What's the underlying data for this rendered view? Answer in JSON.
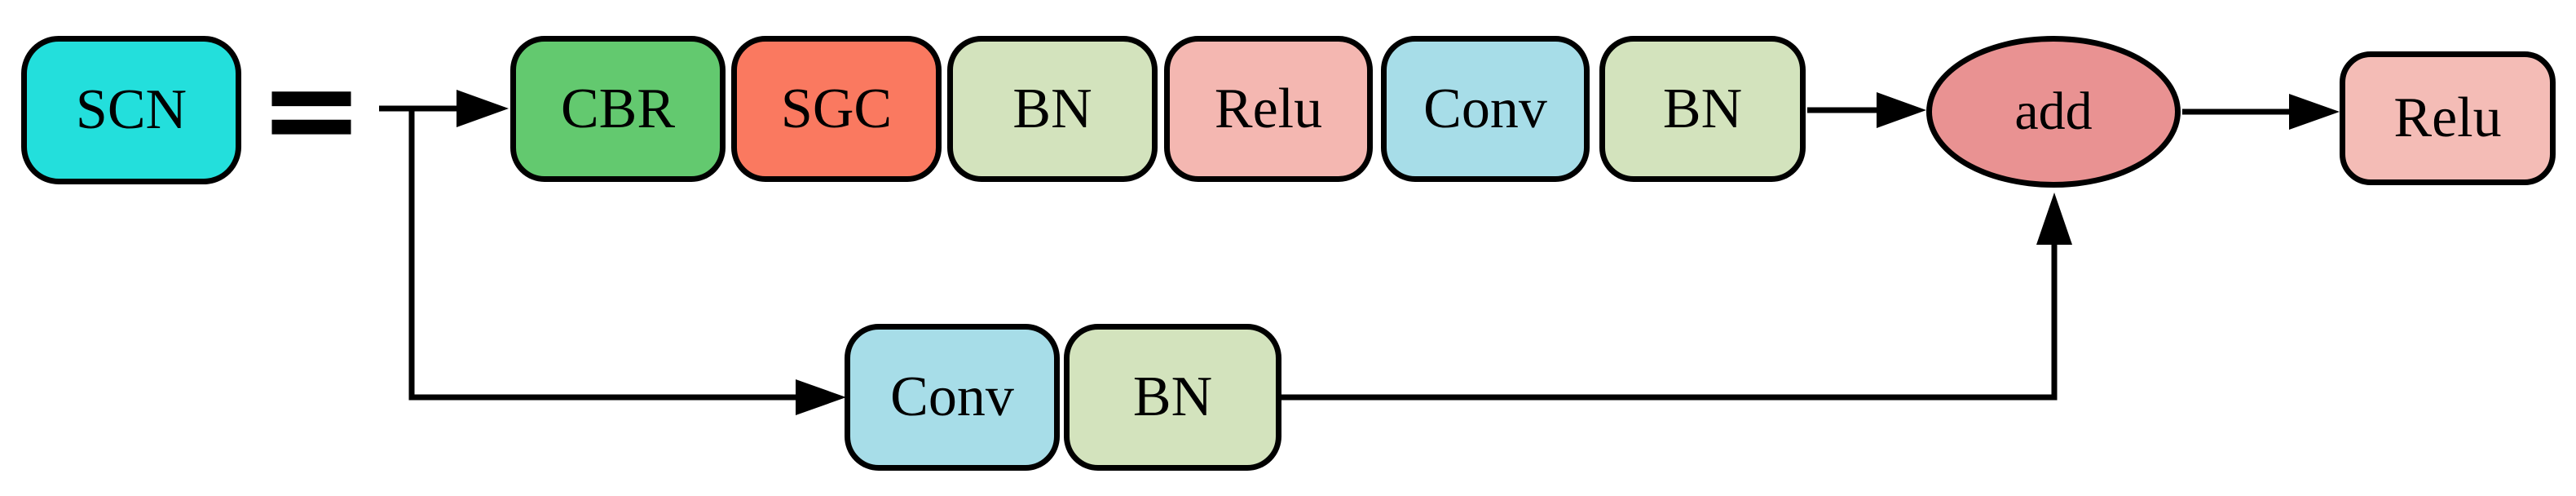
{
  "lhs": {
    "label": "SCN"
  },
  "equals_symbol": "=",
  "main_path": [
    {
      "id": "cbr",
      "label": "CBR"
    },
    {
      "id": "sgc",
      "label": "SGC"
    },
    {
      "id": "bn1",
      "label": "BN"
    },
    {
      "id": "relu1",
      "label": "Relu"
    },
    {
      "id": "conv1",
      "label": "Conv"
    },
    {
      "id": "bn2",
      "label": "BN"
    }
  ],
  "skip_path": [
    {
      "id": "conv2",
      "label": "Conv"
    },
    {
      "id": "bn3",
      "label": "BN"
    }
  ],
  "merge_node": {
    "label": "add"
  },
  "output_node": {
    "label": "Relu"
  },
  "colors": {
    "scn": "#23DFDC",
    "cbr": "#63C96F",
    "sgc": "#FA7960",
    "bn": "#D3E3BD",
    "relu": "#F4B7B1",
    "conv": "#A7DDE8",
    "add": "#E99292",
    "relu_out": "#F4BCB6",
    "line": "#000000",
    "background": "#FFFFFF"
  }
}
